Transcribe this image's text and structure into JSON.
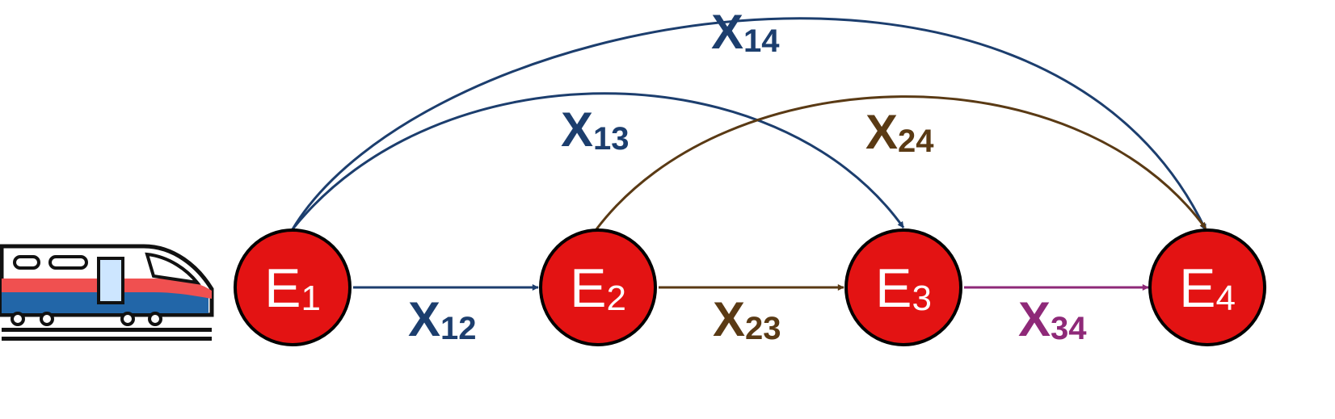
{
  "colors": {
    "blue": "#1c3e6e",
    "brown": "#5a3a14",
    "purple": "#8e2978",
    "node_fill": "#e31313",
    "node_stroke": "#000000"
  },
  "icon": {
    "name": "train-icon"
  },
  "nodes": [
    {
      "main": "E",
      "sub": "1"
    },
    {
      "main": "E",
      "sub": "2"
    },
    {
      "main": "E",
      "sub": "3"
    },
    {
      "main": "E",
      "sub": "4"
    }
  ],
  "edges": [
    {
      "main": "X",
      "sub": "12",
      "color": "blue"
    },
    {
      "main": "X",
      "sub": "23",
      "color": "brown"
    },
    {
      "main": "X",
      "sub": "34",
      "color": "purple"
    },
    {
      "main": "X",
      "sub": "13",
      "color": "blue"
    },
    {
      "main": "X",
      "sub": "24",
      "color": "brown"
    },
    {
      "main": "X",
      "sub": "14",
      "color": "blue"
    }
  ]
}
